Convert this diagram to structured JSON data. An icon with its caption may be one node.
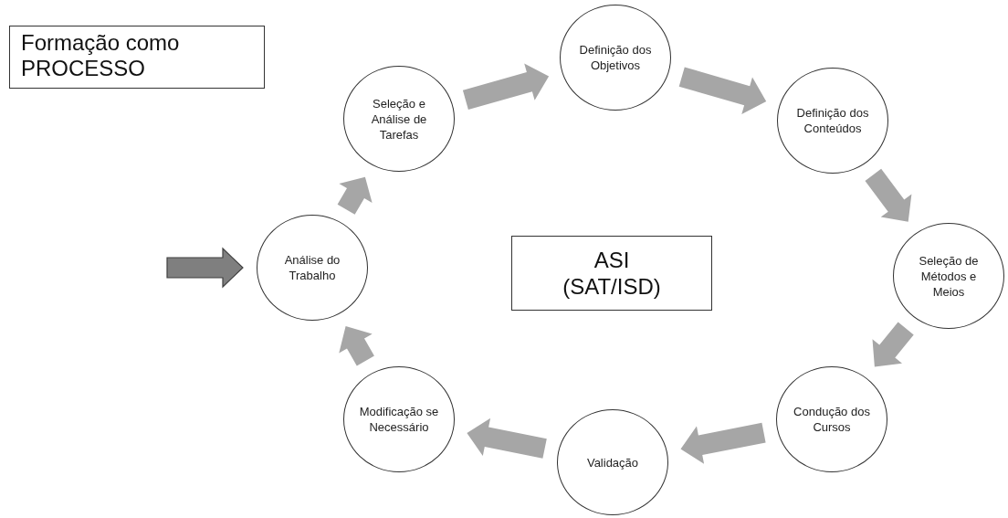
{
  "diagram": {
    "title": "Formação como PROCESSO",
    "nodes": [
      {
        "text": [
          "Análise do Trabalho"
        ]
      },
      {
        "text": [
          "Seleção e Análise de Tarefas"
        ]
      },
      {
        "text": [
          "Definição dos Objetivos"
        ]
      },
      {
        "text": [
          "Definição dos Conteúdos"
        ]
      },
      {
        "text": [
          "Seleção de Métodos e Meios"
        ]
      },
      {
        "text": [
          "Condução dos Cursos"
        ]
      },
      {
        "text": [
          "Validação"
        ]
      },
      {
        "text": [
          "Modificação se Necessário"
        ]
      },
      {
        "text": [
          "ASI (SAT/ISD)"
        ]
      }
    ],
    "edges": [
      {
        "from": null,
        "to": 0,
        "arrow": "to",
        "color": "#7f7f7f"
      },
      {
        "from": 0,
        "to": 1,
        "arrow": "to"
      },
      {
        "from": 1,
        "to": 2,
        "arrow": "to"
      },
      {
        "from": 2,
        "to": 3,
        "arrow": "to"
      },
      {
        "from": 3,
        "to": 4,
        "arrow": "to"
      },
      {
        "from": 4,
        "to": 5,
        "arrow": "to"
      },
      {
        "from": 5,
        "to": 6,
        "arrow": "to"
      },
      {
        "from": 6,
        "to": 7,
        "arrow": "to"
      },
      {
        "from": 7,
        "to": 0,
        "arrow": "to"
      }
    ]
  }
}
